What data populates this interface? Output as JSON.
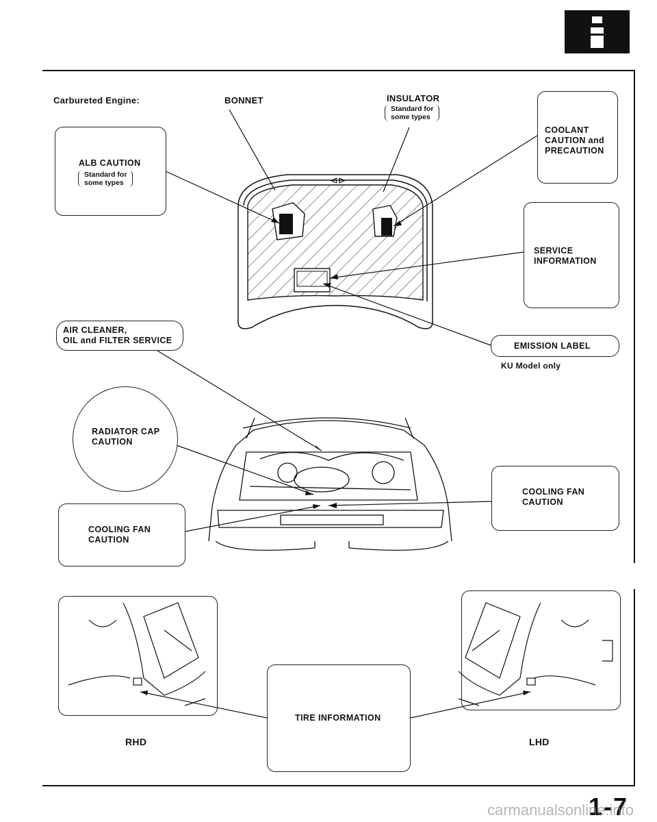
{
  "section_icon": "info-icon",
  "header": {
    "engine_label": "Carbureted Engine:"
  },
  "callouts": {
    "bonnet": "BONNET",
    "insulator": "INSULATOR",
    "insulator_note_1": "Standard for",
    "insulator_note_2": "some types",
    "kd_model": "KU Model only"
  },
  "boxes": {
    "alb_title": "ALB CAUTION",
    "alb_note_1": "Standard for",
    "alb_note_2": "some types",
    "coolant": "COOLANT\nCAUTION and\nPRECAUTION",
    "service": "SERVICE\nINFORMATION",
    "air_cleaner": "AIR CLEANER,\nOIL and FILTER SERVICE",
    "emission": "EMISSION LABEL",
    "radiator_cap": "RADIATOR CAP\nCAUTION",
    "cooling_fan_right": "COOLING FAN\nCAUTION",
    "cooling_fan_left": "COOLING FAN\nCAUTION",
    "tire": "TIRE INFORMATION"
  },
  "captions": {
    "rhd": "RHD",
    "lhd": "LHD"
  },
  "footer": {
    "page_number": "1-7",
    "watermark": "carmanualsonline.info"
  },
  "colors": {
    "ink": "#111111",
    "paper": "#ffffff"
  }
}
